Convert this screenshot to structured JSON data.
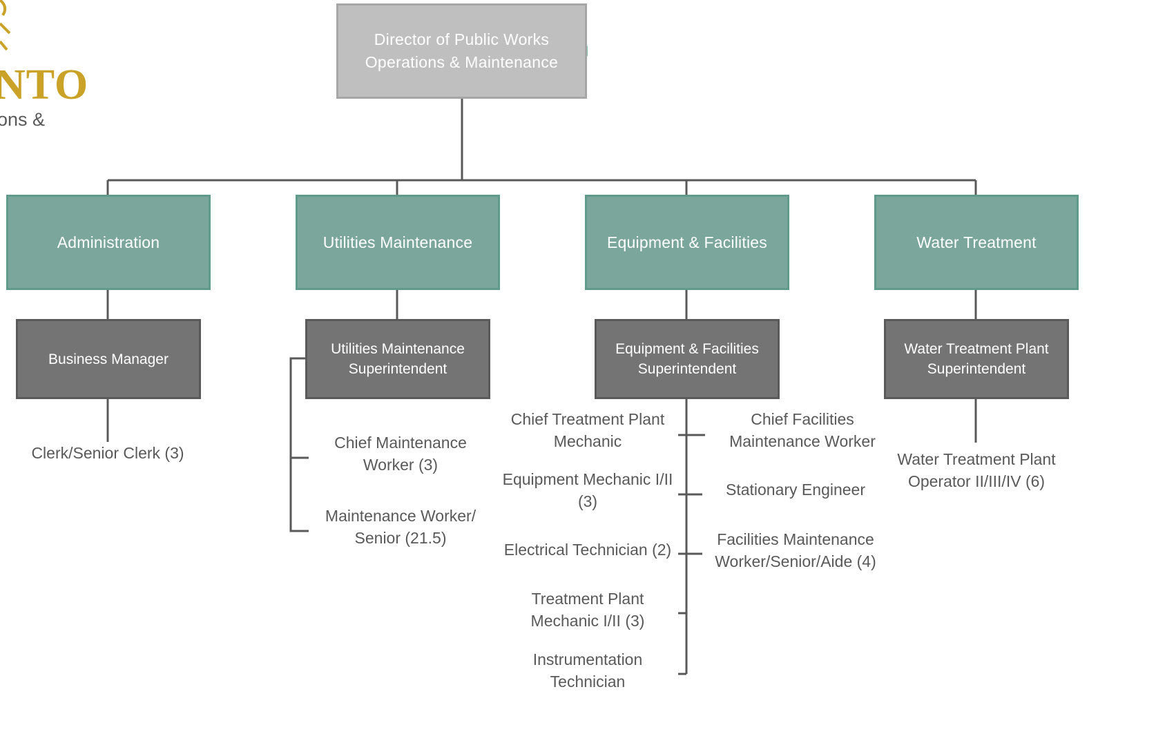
{
  "logo": {
    "text": "NTO",
    "subtitle": "ons &",
    "gold": "#c9a227"
  },
  "colors": {
    "director_fill": "#bfbfbf",
    "department_fill": "#7ba69c",
    "superintendent_fill": "#747474",
    "connector": "#595959"
  },
  "director": {
    "line1": "Director of Public Works",
    "line2": "Operations & Maintenance"
  },
  "departments": [
    {
      "name": "Administration",
      "superintendent": [
        "Business Manager"
      ],
      "staff": [
        [
          "Clerk/Senior Clerk (3)"
        ]
      ]
    },
    {
      "name": "Utilities Maintenance",
      "superintendent": [
        "Utilities Maintenance",
        "Superintendent"
      ],
      "staff": [
        [
          "Chief Maintenance",
          "Worker (3)"
        ],
        [
          "Maintenance Worker/",
          "Senior (21.5)"
        ]
      ]
    },
    {
      "name": "Equipment & Facilities",
      "superintendent": [
        "Equipment & Facilities",
        "Superintendent"
      ],
      "staff_left": [
        [
          "Chief Treatment Plant",
          "Mechanic"
        ],
        [
          "Equipment Mechanic I/II",
          "(3)"
        ],
        [
          "Electrical Technician (2)"
        ],
        [
          "Treatment Plant",
          "Mechanic I/II (3)"
        ],
        [
          "Instrumentation",
          "Technician"
        ]
      ],
      "staff_right": [
        [
          "Chief Facilities",
          "Maintenance Worker"
        ],
        [
          "Stationary Engineer"
        ],
        [
          "Facilities Maintenance",
          "Worker/Senior/Aide (4)"
        ]
      ]
    },
    {
      "name": "Water Treatment",
      "superintendent": [
        "Water Treatment Plant",
        "Superintendent"
      ],
      "staff": [
        [
          "Water Treatment Plant",
          "Operator II/III/IV (6)"
        ]
      ]
    }
  ]
}
